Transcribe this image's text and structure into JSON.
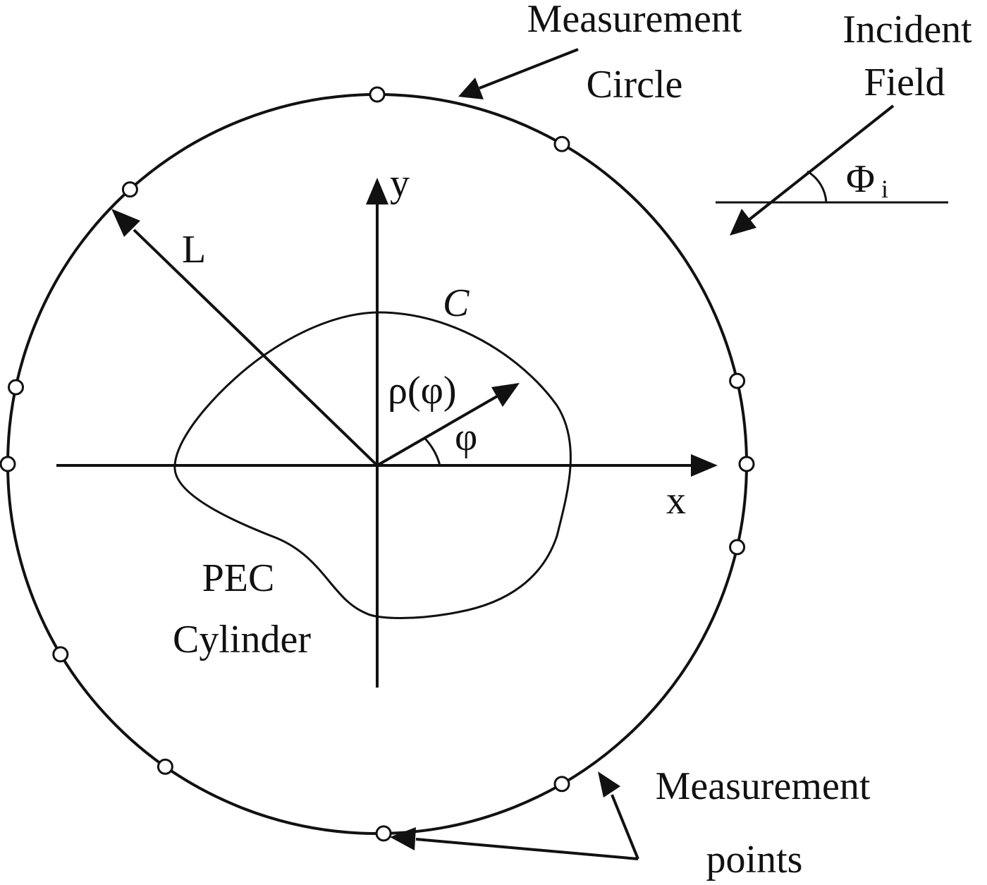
{
  "labels": {
    "measurement_circle_line1": "Measurement",
    "measurement_circle_line2": "Circle",
    "incident_field_line1": "Incident",
    "incident_field_line2": "Field",
    "incident_angle_symbol": "Φ",
    "incident_angle_subscript": "i",
    "y_axis": "y",
    "x_axis": "x",
    "radius": "L",
    "contour": "C",
    "rho_phi": "ρ(φ)",
    "phi": "φ",
    "pec_line1": "PEC",
    "pec_line2": "Cylinder",
    "measurement_points_line1": "Measurement",
    "measurement_points_line2": "points"
  },
  "colors": {
    "stroke": "#111111",
    "marker_fill": "#ffffff"
  },
  "measurement_point_angles_deg": [
    90,
    132,
    60,
    168,
    13,
    180,
    0,
    -13,
    -149,
    -60,
    -125,
    -89
  ]
}
